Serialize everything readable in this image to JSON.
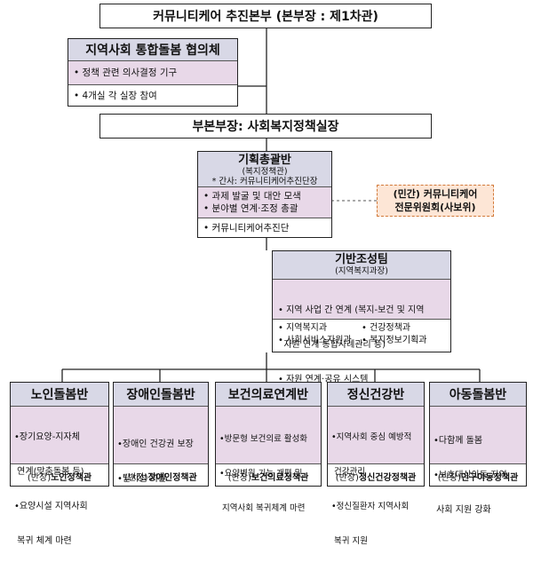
{
  "headquarters": {
    "title": "커뮤니티케어 추진본부 (본부장 : 제1차관)"
  },
  "council": {
    "title": "지역사회 통합돌봄 협의체",
    "items": [
      "• 정책 관련 의사결정 기구",
      "• 4개실 각 실장 참여"
    ]
  },
  "deputy": {
    "title": "부본부장: 사회복지정책실장"
  },
  "planning": {
    "title": "기획총괄반",
    "subtitle": "(복지정책관)",
    "secretary": "* 간사: 커뮤니티케어추진단장",
    "tasks": [
      "• 과제 발굴 및 대안 모색",
      "• 분야별 연계·조정 총괄"
    ],
    "unit": "• 커뮤니티케어추진단"
  },
  "advisory": {
    "line1": "(민간) 커뮤니티케어",
    "line2": "전문위원회(사보위)"
  },
  "foundation": {
    "title": "기반조성팀",
    "subtitle": "(지역복지과장)",
    "tasks": [
      "• 지역 사업 간 연계 (복지-보건 및 지역",
      "  자원 연계 통합사례관리 등)",
      "• 자원 연계·공유 시스템"
    ],
    "units_left": [
      "• 지역복지과",
      "• 사회서비스자원과"
    ],
    "units_right": [
      "• 건강정책과",
      "• 복지정보기획과"
    ]
  },
  "teams": [
    {
      "title": "노인돌봄반",
      "items": [
        "•장기요양-지자체",
        " 연계(맞춤돌봄 등)",
        "•요양시설 지역사회",
        " 복귀 체계 마련"
      ],
      "lead_prefix": "(반장)",
      "lead": "노인정책관"
    },
    {
      "title": "장애인돌봄반",
      "items": [
        "•장애인 건강권 보장",
        "•탈시설 지원"
      ],
      "lead_prefix": "(반장)",
      "lead": "장애인정책관"
    },
    {
      "title": "보건의료연계반",
      "items": [
        "•방문형 보건의료 활성화",
        "•요양병원 기능 개편 및",
        " 지역사회 복귀체계 마련"
      ],
      "lead_prefix": "(반장)",
      "lead": "보건의료정책관"
    },
    {
      "title": "정신건강반",
      "items": [
        "•지역사회 중심 예방적",
        " 건강관리",
        "•정신질환자 지역사회",
        " 복귀 지원"
      ],
      "lead_prefix": "(반장)",
      "lead": "정신건강정책관"
    },
    {
      "title": "아동돌봄반",
      "items": [
        "•다함께 돌봄",
        "•보호대상아동 지역",
        " 사회 지원 강화"
      ],
      "lead_prefix": "(반장)",
      "lead": "인구아동정책관"
    }
  ]
}
